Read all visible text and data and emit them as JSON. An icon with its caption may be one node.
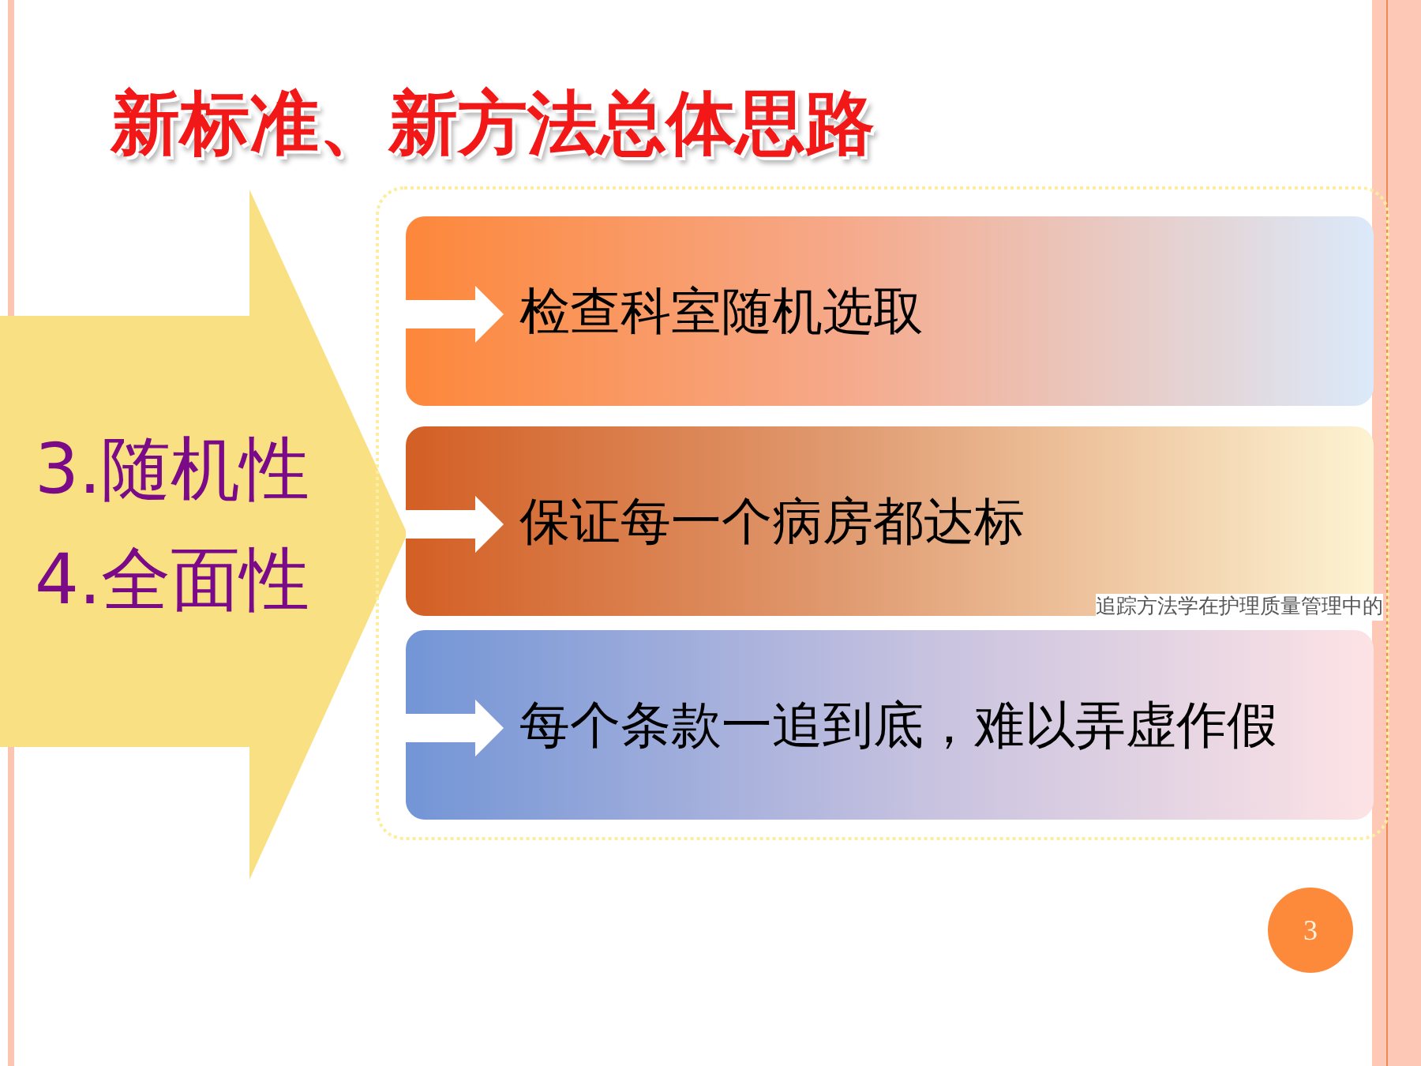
{
  "diagram": {
    "title": "新标准、新方法总体思路",
    "nodes": [
      {
        "text": [
          "3.随机性",
          "4.全面性"
        ]
      },
      {
        "text": [],
        "shape": "box"
      },
      {
        "text": [
          "检查科室随机选取"
        ],
        "in": 1
      },
      {
        "text": [
          "保证每一个病房都达标"
        ],
        "in": 1
      },
      {
        "text": [
          "每个条款一追到底，难以弄虚作假"
        ],
        "in": 1
      },
      {
        "text": [
          "3"
        ]
      }
    ],
    "edges": [],
    "labels": [
      "追踪方法学在护理质量管理中的"
    ]
  }
}
